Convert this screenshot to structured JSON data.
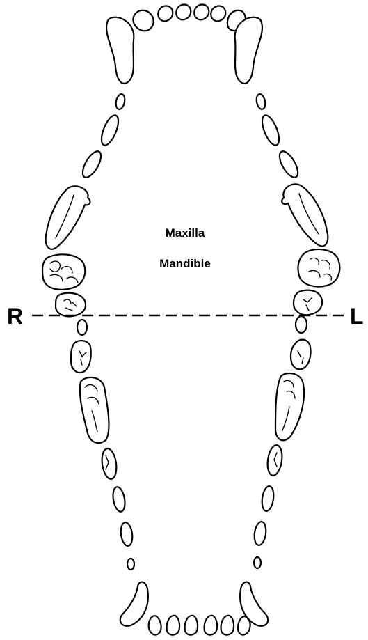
{
  "labels": {
    "upper_jaw": "Maxilla",
    "lower_jaw": "Mandible",
    "right_side": "R",
    "left_side": "L"
  },
  "colors": {
    "ink": "#000000",
    "background": "#ffffff"
  }
}
